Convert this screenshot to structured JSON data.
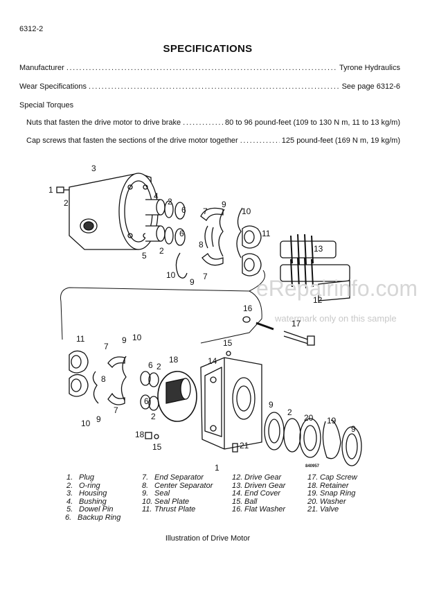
{
  "page_number": "6312-2",
  "title": "SPECIFICATIONS",
  "specs": {
    "manufacturer": {
      "label": "Manufacturer",
      "value": "Tyrone Hydraulics"
    },
    "wear": {
      "label": "Wear Specifications",
      "value": "See page 6312-6"
    },
    "special_torques": "Special Torques",
    "torque1": {
      "label": "Nuts that fasten the drive motor to drive brake",
      "value": "80 to 96 pound-feet (109 to 130 N m, 11 to 13 kg/m)"
    },
    "torque2": {
      "label": "Cap screws that fasten the sections of the drive motor together",
      "value": "125 pound-feet (169 N m, 19 kg/m)"
    }
  },
  "watermark": {
    "main": "eRepairinfo.com",
    "sub": "watermark only on this sample"
  },
  "diagram_code": "840957",
  "callouts": [
    "1",
    "2",
    "3",
    "4",
    "2",
    "6",
    "7",
    "9",
    "10",
    "11",
    "13",
    "12",
    "8",
    "5",
    "2",
    "6",
    "10",
    "9",
    "7",
    "16",
    "17",
    "15",
    "11",
    "7",
    "9",
    "10",
    "18",
    "14",
    "6",
    "2",
    "8",
    "6",
    "2",
    "10",
    "9",
    "7",
    "9",
    "2",
    "20",
    "19",
    "9",
    "18",
    "15",
    "1",
    "21"
  ],
  "legend": [
    {
      "n": "1.",
      "label": "Plug"
    },
    {
      "n": "2.",
      "label": "O-ring"
    },
    {
      "n": "3.",
      "label": "Housing"
    },
    {
      "n": "4.",
      "label": "Bushing"
    },
    {
      "n": "5.",
      "label": "Dowel Pin"
    },
    {
      "n": "6.",
      "label": "Backup Ring"
    },
    {
      "n": "7.",
      "label": "End Separator"
    },
    {
      "n": "8.",
      "label": "Center Separator"
    },
    {
      "n": "9.",
      "label": "Seal"
    },
    {
      "n": "10.",
      "label": "Seal Plate"
    },
    {
      "n": "11.",
      "label": "Thrust Plate"
    },
    {
      "n": "12.",
      "label": "Drive Gear"
    },
    {
      "n": "13.",
      "label": "Driven Gear"
    },
    {
      "n": "14.",
      "label": "End Cover"
    },
    {
      "n": "15.",
      "label": "Ball"
    },
    {
      "n": "16.",
      "label": "Flat Washer"
    },
    {
      "n": "17.",
      "label": "Cap Screw"
    },
    {
      "n": "18.",
      "label": "Retainer"
    },
    {
      "n": "19.",
      "label": "Snap Ring"
    },
    {
      "n": "20.",
      "label": "Washer"
    },
    {
      "n": "21.",
      "label": "Valve"
    }
  ],
  "caption": "Illustration of Drive Motor"
}
